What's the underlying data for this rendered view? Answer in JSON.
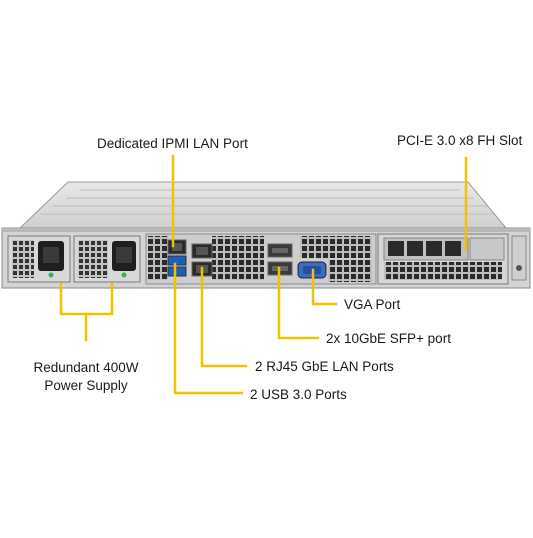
{
  "callouts": {
    "ipmi": "Dedicated IPMI LAN Port",
    "pcie": "PCI-E 3.0 x8 FH Slot",
    "vga": "VGA Port",
    "sfp": "2x 10GbE SFP+ port",
    "rj45": "2 RJ45 GbE LAN Ports",
    "usb": "2 USB 3.0 Ports",
    "psu_line1": "Redundant 400W",
    "psu_line2": "Power Supply"
  },
  "colors": {
    "leader": "#f2c200",
    "chassis": "#c9c9c9",
    "background": "#ffffff"
  }
}
